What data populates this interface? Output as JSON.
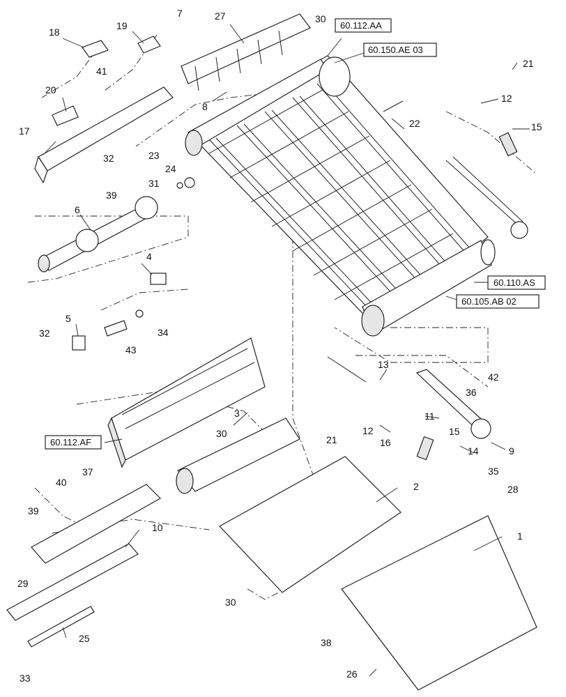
{
  "callouts": [
    "1",
    "2",
    "3",
    "4",
    "5",
    "6",
    "7",
    "8",
    "9",
    "10",
    "11",
    "12",
    "12",
    "13",
    "14",
    "15",
    "15",
    "16",
    "17",
    "18",
    "19",
    "20",
    "21",
    "21",
    "22",
    "23",
    "24",
    "25",
    "26",
    "27",
    "28",
    "29",
    "30",
    "30",
    "30",
    "30",
    "31",
    "32",
    "32",
    "33",
    "34",
    "35",
    "36",
    "37",
    "38",
    "39",
    "39",
    "40",
    "41",
    "42",
    "43"
  ],
  "references": [
    "60.112.AA",
    "60.150.AE 03",
    "60.110.AS",
    "60.105.AB 02",
    "60.112.AF"
  ]
}
